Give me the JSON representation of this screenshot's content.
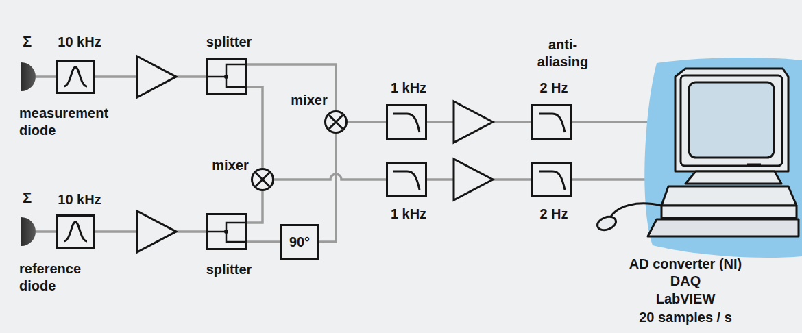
{
  "diagram": {
    "nodes": [
      {
        "text": [
          "Σ",
          "measurement diode"
        ]
      },
      {
        "text": [
          "10 kHz"
        ]
      },
      {
        "text": [
          "splitter"
        ]
      },
      {
        "text": [
          "mixer"
        ]
      },
      {
        "text": [
          "mixer"
        ]
      },
      {
        "text": [
          "1 kHz"
        ]
      },
      {
        "text": [
          "anti- aliasing",
          "2 Hz"
        ]
      },
      {
        "text": [
          "1 kHz"
        ]
      },
      {
        "text": [
          "2 Hz"
        ]
      },
      {
        "text": [
          "Σ",
          "reference diode"
        ]
      },
      {
        "text": [
          "10 kHz"
        ]
      },
      {
        "text": [
          "splitter"
        ]
      },
      {
        "text": [
          "90°"
        ]
      },
      {
        "text": [
          "AD converter (NI)",
          "DAQ",
          "LabVIEW",
          "20 samples / s"
        ]
      }
    ],
    "edges": [
      {
        "from": 0,
        "to": 1,
        "arrow": "none"
      },
      {
        "from": 1,
        "to": 2,
        "arrow": "none"
      },
      {
        "from": 2,
        "to": 3,
        "arrow": "none"
      },
      {
        "from": 2,
        "to": 4,
        "arrow": "none"
      },
      {
        "from": 3,
        "to": 5,
        "arrow": "none"
      },
      {
        "from": 5,
        "to": 6,
        "arrow": "none"
      },
      {
        "from": 6,
        "to": 13,
        "arrow": "none"
      },
      {
        "from": 9,
        "to": 10,
        "arrow": "none"
      },
      {
        "from": 10,
        "to": 11,
        "arrow": "none"
      },
      {
        "from": 11,
        "to": 4,
        "arrow": "none"
      },
      {
        "from": 11,
        "to": 12,
        "arrow": "none"
      },
      {
        "from": 12,
        "to": 3,
        "arrow": "none"
      },
      {
        "from": 4,
        "to": 7,
        "arrow": "none"
      },
      {
        "from": 7,
        "to": 8,
        "arrow": "none"
      },
      {
        "from": 8,
        "to": 13,
        "arrow": "none"
      }
    ]
  }
}
